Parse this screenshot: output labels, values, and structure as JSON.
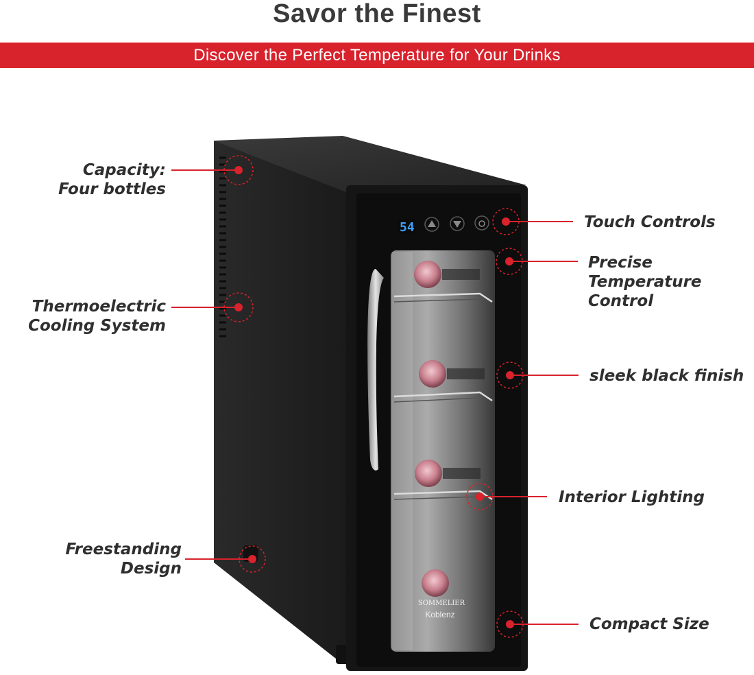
{
  "header": {
    "title": "Savor the Finest",
    "subtitle": "Discover the Perfect Temperature for Your Drinks"
  },
  "colors": {
    "accent": "#d8222c",
    "title_text": "#3a3a3a",
    "label_text": "#2f2f2f"
  },
  "product": {
    "display_temperature": "54",
    "brand_line1": "SOMMELIER",
    "brand_line2": "Koblenz",
    "control_icons": [
      "up-arrow-icon",
      "down-arrow-icon",
      "light-icon"
    ]
  },
  "callouts": {
    "capacity": [
      "Capacity:",
      "Four bottles"
    ],
    "cooling": [
      "Thermoelectric",
      "Cooling System"
    ],
    "freestanding": [
      "Freestanding",
      "Design"
    ],
    "touch": [
      "Touch Controls"
    ],
    "precise": [
      "Precise",
      "Temperature",
      "Control"
    ],
    "finish": [
      "sleek black finish"
    ],
    "lighting": [
      "Interior Lighting"
    ],
    "compact": [
      "Compact Size"
    ]
  }
}
